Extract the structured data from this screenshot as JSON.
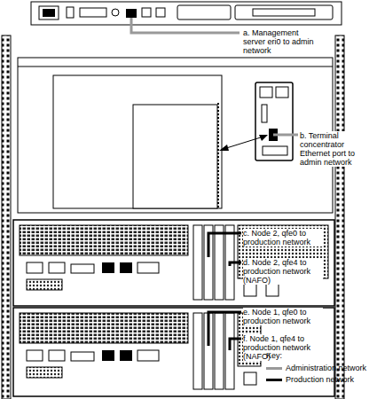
{
  "diagram": {
    "labels": [
      "a. Management server eri0 to admin network",
      "b. Terminal concentrator Ethernet port to admin network",
      "c. Node 2, qfe0 to production network",
      "d. Node 2, qfe4 to production network (NAFO)",
      "e. Node 1, qfe0 to production network",
      "f. Node 1, qfe4 to production network (NAFO)",
      "Key:"
    ],
    "legend": [
      {
        "text": "Administration network"
      },
      {
        "text": "Production network"
      }
    ]
  }
}
